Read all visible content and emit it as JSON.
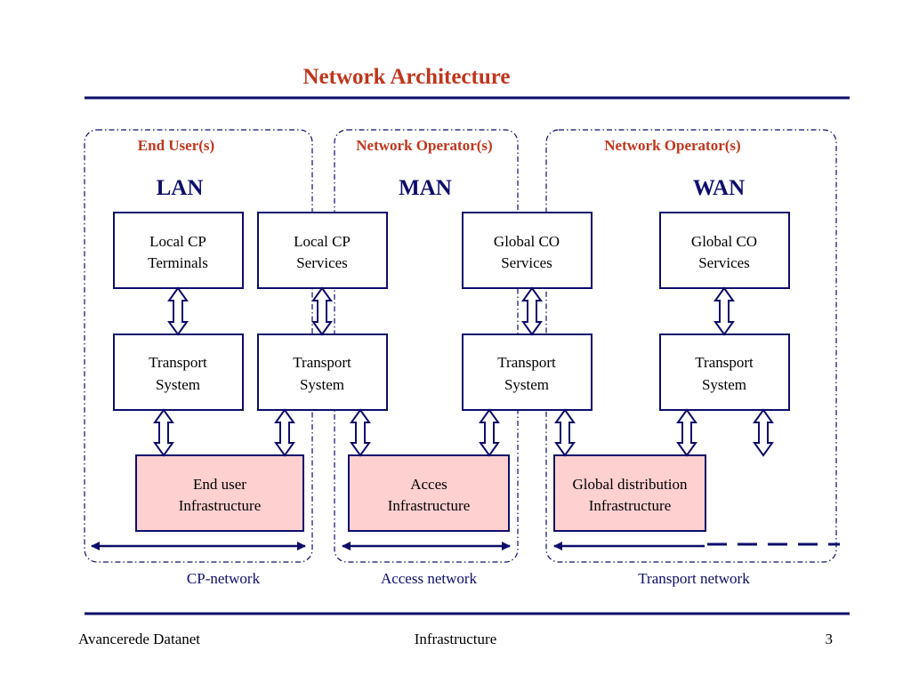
{
  "title": "Network Architecture",
  "colors": {
    "title": "#c0361c",
    "navy": "#0d0d6b",
    "box_fill": "#ffffff",
    "infra_fill": "#ffd0d0",
    "text": "#000000"
  },
  "regions": [
    {
      "id": "end-user",
      "label": "End User(s)",
      "network": "LAN"
    },
    {
      "id": "man-operator",
      "label": "Network Operator(s)",
      "network": "MAN"
    },
    {
      "id": "wan-operator",
      "label": "Network Operator(s)",
      "network": "WAN"
    }
  ],
  "service_boxes": [
    {
      "line1": "Local CP",
      "line2": "Terminals"
    },
    {
      "line1": "Local CP",
      "line2": "Services"
    },
    {
      "line1": "Global CO",
      "line2": "Services"
    },
    {
      "line1": "Global CO",
      "line2": "Services"
    }
  ],
  "transport_boxes": [
    {
      "line1": "Transport",
      "line2": "System"
    },
    {
      "line1": "Transport",
      "line2": "System"
    },
    {
      "line1": "Transport",
      "line2": "System"
    },
    {
      "line1": "Transport",
      "line2": "System"
    }
  ],
  "infra_boxes": [
    {
      "line1": "End user",
      "line2": "Infrastructure"
    },
    {
      "line1": "Acces",
      "line2": "Infrastructure"
    },
    {
      "line1": "Global distribution",
      "line2": "Infrastructure"
    }
  ],
  "networks": [
    "CP-network",
    "Access network",
    "Transport network"
  ],
  "footer": {
    "left": "Avancerede Datanet",
    "center": "Infrastructure",
    "page": "3"
  }
}
